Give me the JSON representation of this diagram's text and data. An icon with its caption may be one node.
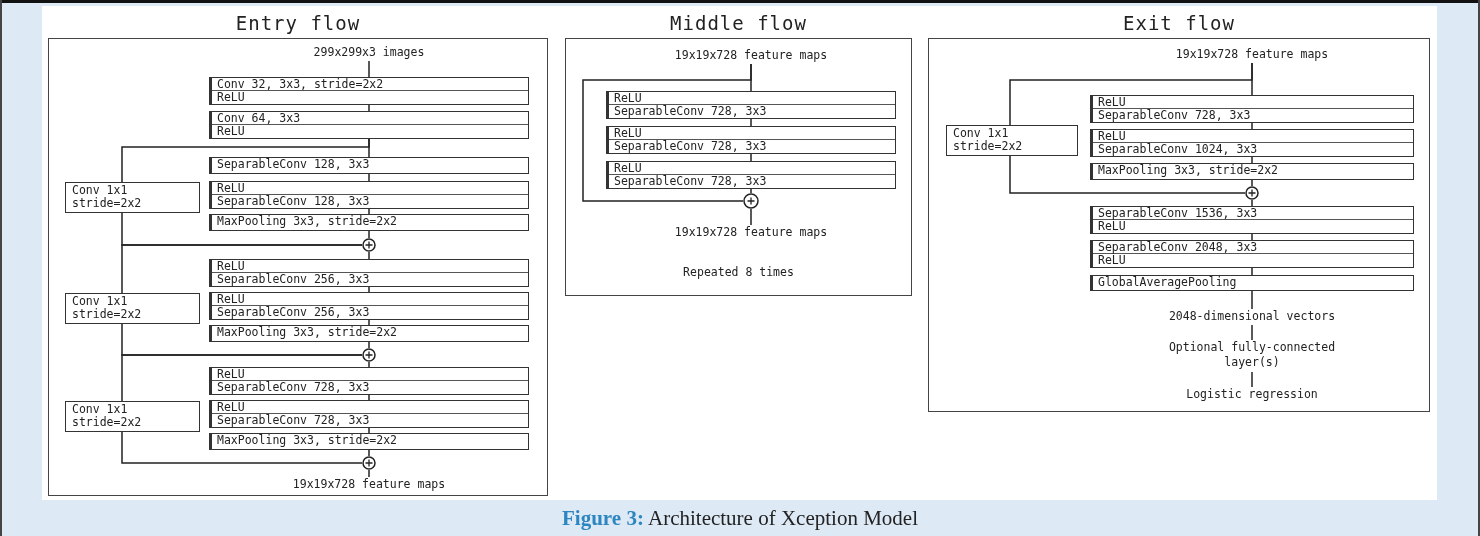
{
  "diagram": {
    "caption": "**Figure 3:** Architecture of Xception Model",
    "nodes": [
      {
        "text": [
          "Entry flow"
        ]
      },
      {
        "text": [
          "299x299x3 images"
        ],
        "in": 0
      },
      {
        "text": [
          "Conv 32, 3x3, stride=2x2",
          "ReLU"
        ],
        "in": 0
      },
      {
        "text": [
          "Conv 64, 3x3",
          "ReLU"
        ],
        "in": 0
      },
      {
        "text": [
          "SeparableConv 128, 3x3"
        ],
        "in": 0
      },
      {
        "text": [
          "ReLU",
          "SeparableConv 128, 3x3"
        ],
        "in": 0
      },
      {
        "text": [
          "MaxPooling 3x3, stride=2x2"
        ],
        "in": 0
      },
      {
        "text": [
          "Conv 1x1 stride=2x2"
        ],
        "in": 0
      },
      {
        "text": [],
        "shape": "circle",
        "in": 0
      },
      {
        "text": [
          "ReLU",
          "SeparableConv 256, 3x3"
        ],
        "in": 0
      },
      {
        "text": [
          "ReLU",
          "SeparableConv 256, 3x3"
        ],
        "in": 0
      },
      {
        "text": [
          "MaxPooling 3x3, stride=2x2"
        ],
        "in": 0
      },
      {
        "text": [
          "Conv 1x1 stride=2x2"
        ],
        "in": 0
      },
      {
        "text": [],
        "shape": "circle",
        "in": 0
      },
      {
        "text": [
          "ReLU",
          "SeparableConv 728, 3x3"
        ],
        "in": 0
      },
      {
        "text": [
          "ReLU",
          "SeparableConv 728, 3x3"
        ],
        "in": 0
      },
      {
        "text": [
          "MaxPooling 3x3, stride=2x2"
        ],
        "in": 0
      },
      {
        "text": [
          "Conv 1x1 stride=2x2"
        ],
        "in": 0
      },
      {
        "text": [],
        "shape": "circle",
        "in": 0
      },
      {
        "text": [
          "19x19x728 feature maps"
        ],
        "in": 0
      },
      {
        "text": [
          "Middle flow",
          "Repeated 8 times"
        ]
      },
      {
        "text": [
          "19x19x728 feature maps"
        ],
        "in": 20
      },
      {
        "text": [
          "ReLU",
          "SeparableConv 728, 3x3"
        ],
        "in": 20
      },
      {
        "text": [
          "ReLU",
          "SeparableConv 728, 3x3"
        ],
        "in": 20
      },
      {
        "text": [
          "ReLU",
          "SeparableConv 728, 3x3"
        ],
        "in": 20
      },
      {
        "text": [],
        "shape": "circle",
        "in": 20
      },
      {
        "text": [
          "19x19x728 feature maps"
        ],
        "in": 20
      },
      {
        "text": [
          "Exit flow"
        ]
      },
      {
        "text": [
          "19x19x728 feature maps"
        ],
        "in": 27
      },
      {
        "text": [
          "ReLU",
          "SeparableConv 728, 3x3"
        ],
        "in": 27
      },
      {
        "text": [
          "ReLU",
          "SeparableConv 1024, 3x3"
        ],
        "in": 27
      },
      {
        "text": [
          "MaxPooling 3x3, stride=2x2"
        ],
        "in": 27
      },
      {
        "text": [
          "Conv 1x1 stride=2x2"
        ],
        "in": 27
      },
      {
        "text": [],
        "shape": "circle",
        "in": 27
      },
      {
        "text": [
          "SeparableConv 1536, 3x3",
          "ReLU"
        ],
        "in": 27
      },
      {
        "text": [
          "SeparableConv 2048, 3x3",
          "ReLU"
        ],
        "in": 27
      },
      {
        "text": [
          "GlobalAveragePooling"
        ],
        "in": 27
      },
      {
        "text": [
          "2048-dimensional vectors"
        ],
        "in": 27
      },
      {
        "text": [
          "Optional fully-connected layer(s)"
        ],
        "in": 27
      },
      {
        "text": [
          "Logistic regression"
        ],
        "in": 27
      }
    ],
    "edges": [
      {
        "from": 1,
        "to": 2,
        "arrow": "none"
      },
      {
        "from": 2,
        "to": 3,
        "arrow": "none"
      },
      {
        "from": 3,
        "to": 4,
        "arrow": "none"
      },
      {
        "from": 4,
        "to": 5,
        "arrow": "none"
      },
      {
        "from": 5,
        "to": 6,
        "arrow": "none"
      },
      {
        "from": 6,
        "to": 8,
        "arrow": "none"
      },
      {
        "from": 3,
        "to": 7,
        "arrow": "none"
      },
      {
        "from": 7,
        "to": 8,
        "arrow": "none"
      },
      {
        "from": 8,
        "to": 9,
        "arrow": "none"
      },
      {
        "from": 9,
        "to": 10,
        "arrow": "none"
      },
      {
        "from": 10,
        "to": 11,
        "arrow": "none"
      },
      {
        "from": 11,
        "to": 13,
        "arrow": "none"
      },
      {
        "from": 8,
        "to": 12,
        "arrow": "none"
      },
      {
        "from": 12,
        "to": 13,
        "arrow": "none"
      },
      {
        "from": 13,
        "to": 14,
        "arrow": "none"
      },
      {
        "from": 14,
        "to": 15,
        "arrow": "none"
      },
      {
        "from": 15,
        "to": 16,
        "arrow": "none"
      },
      {
        "from": 16,
        "to": 18,
        "arrow": "none"
      },
      {
        "from": 13,
        "to": 17,
        "arrow": "none"
      },
      {
        "from": 17,
        "to": 18,
        "arrow": "none"
      },
      {
        "from": 18,
        "to": 19,
        "arrow": "none"
      },
      {
        "from": 21,
        "to": 22,
        "arrow": "none"
      },
      {
        "from": 22,
        "to": 23,
        "arrow": "none"
      },
      {
        "from": 23,
        "to": 24,
        "arrow": "none"
      },
      {
        "from": 24,
        "to": 25,
        "arrow": "none"
      },
      {
        "from": 21,
        "to": 25,
        "arrow": "none"
      },
      {
        "from": 25,
        "to": 26,
        "arrow": "none"
      },
      {
        "from": 28,
        "to": 29,
        "arrow": "none"
      },
      {
        "from": 29,
        "to": 30,
        "arrow": "none"
      },
      {
        "from": 30,
        "to": 31,
        "arrow": "none"
      },
      {
        "from": 31,
        "to": 33,
        "arrow": "none"
      },
      {
        "from": 28,
        "to": 32,
        "arrow": "none"
      },
      {
        "from": 32,
        "to": 33,
        "arrow": "none"
      },
      {
        "from": 33,
        "to": 34,
        "arrow": "none"
      },
      {
        "from": 34,
        "to": 35,
        "arrow": "none"
      },
      {
        "from": 35,
        "to": 36,
        "arrow": "none"
      },
      {
        "from": 36,
        "to": 37,
        "arrow": "none"
      },
      {
        "from": 37,
        "to": 38,
        "arrow": "none"
      },
      {
        "from": 38,
        "to": 39,
        "arrow": "none"
      }
    ]
  }
}
